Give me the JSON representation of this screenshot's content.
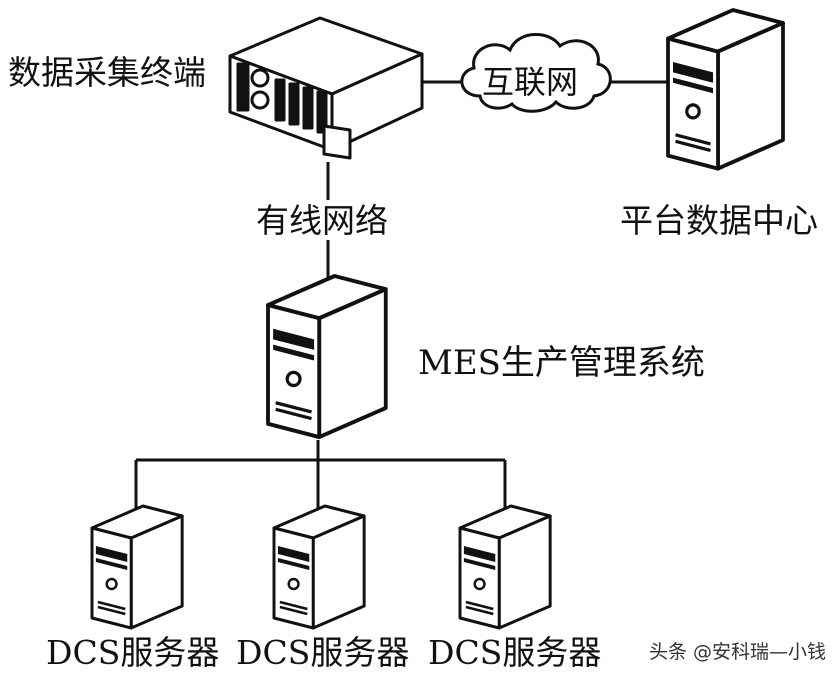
{
  "labels": {
    "collector": "数据采集终端",
    "internet": "互联网",
    "wired": "有线网络",
    "platform": "平台数据中心",
    "mes": "MES生产管理系统",
    "dcs": [
      "DCS服务器",
      "DCS服务器",
      "DCS服务器"
    ]
  },
  "watermark": "头条 @安科瑞—小钱",
  "icons": {
    "collector": "rack-server-icon",
    "internet": "cloud-icon",
    "platform": "tower-server-icon",
    "mes": "tower-server-icon",
    "dcs": "tower-server-icon"
  }
}
